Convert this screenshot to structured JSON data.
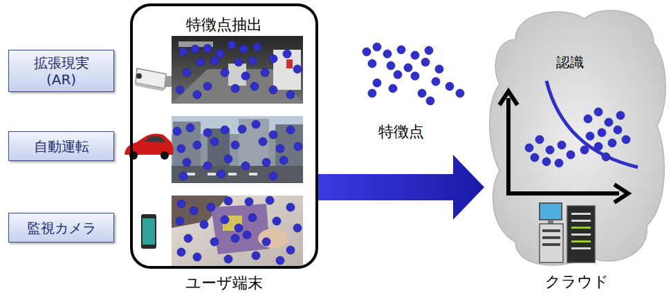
{
  "diagram": {
    "nodes": [
      {
        "text": [
          "拡張現実 (AR)"
        ]
      },
      {
        "text": [
          "自動運転"
        ]
      },
      {
        "text": [
          "監視カメラ"
        ]
      },
      {
        "text": [
          "特徴点抽出",
          "ユーザ端末"
        ]
      },
      {
        "text": [
          "認識",
          "クラウド"
        ]
      }
    ],
    "edges": [
      {
        "from": 3,
        "to": 4,
        "arrow": "to",
        "label": "特徴点"
      }
    ]
  }
}
